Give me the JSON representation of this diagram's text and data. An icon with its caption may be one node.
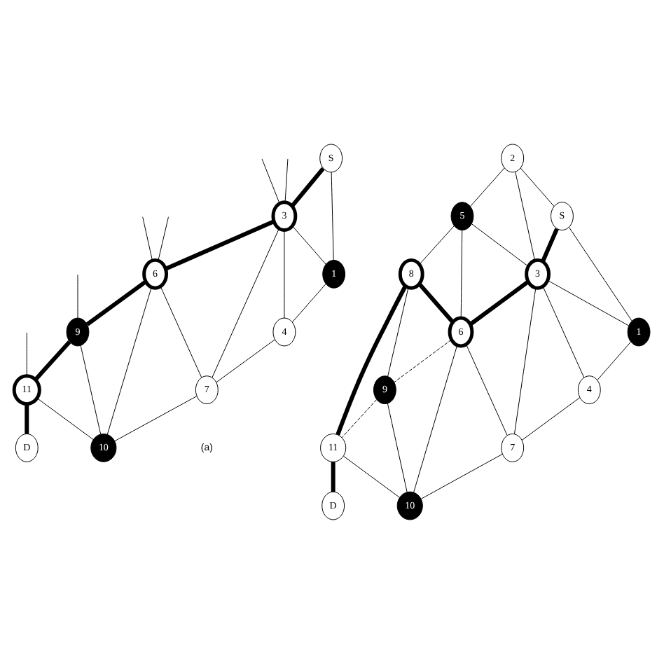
{
  "diagram": {
    "nodes": [
      {
        "text": [
          "S"
        ]
      },
      {
        "text": [
          "3"
        ]
      },
      {
        "text": [
          "6"
        ]
      },
      {
        "text": [
          "9"
        ]
      },
      {
        "text": [
          "11"
        ]
      },
      {
        "text": [
          "1"
        ]
      },
      {
        "text": [
          "4"
        ]
      },
      {
        "text": [
          "7"
        ]
      },
      {
        "text": [
          "10"
        ]
      },
      {
        "text": [
          "D"
        ]
      },
      {
        "text": [
          "2"
        ]
      },
      {
        "text": [
          "5"
        ]
      },
      {
        "text": [
          "8"
        ]
      },
      {
        "text": [
          "S"
        ]
      },
      {
        "text": [
          "3"
        ]
      },
      {
        "text": [
          "6"
        ]
      },
      {
        "text": [
          "9"
        ]
      },
      {
        "text": [
          "11"
        ]
      },
      {
        "text": [
          "1"
        ]
      },
      {
        "text": [
          "4"
        ]
      },
      {
        "text": [
          "7"
        ]
      },
      {
        "text": [
          "10"
        ]
      },
      {
        "text": [
          "D"
        ]
      }
    ],
    "edges": [
      {
        "from": 0,
        "to": 1,
        "arrow": "none",
        "style": "thick"
      },
      {
        "from": 0,
        "to": 5,
        "arrow": "none"
      },
      {
        "from": 1,
        "to": 2,
        "arrow": "none",
        "style": "thick"
      },
      {
        "from": 1,
        "to": 5,
        "arrow": "none"
      },
      {
        "from": 1,
        "to": 6,
        "arrow": "none"
      },
      {
        "from": 1,
        "to": 7,
        "arrow": "none"
      },
      {
        "from": 2,
        "to": 3,
        "arrow": "none",
        "style": "thick"
      },
      {
        "from": 2,
        "to": 7,
        "arrow": "none"
      },
      {
        "from": 2,
        "to": 8,
        "arrow": "none"
      },
      {
        "from": 3,
        "to": 4,
        "arrow": "none",
        "style": "thick"
      },
      {
        "from": 3,
        "to": 8,
        "arrow": "none"
      },
      {
        "from": 4,
        "to": 8,
        "arrow": "none"
      },
      {
        "from": 4,
        "to": 9,
        "arrow": "none",
        "style": "thick"
      },
      {
        "from": 5,
        "to": 6,
        "arrow": "none"
      },
      {
        "from": 6,
        "to": 7,
        "arrow": "none"
      },
      {
        "from": 7,
        "to": 8,
        "arrow": "none"
      },
      {
        "from": null,
        "to": 1,
        "arrow": "none"
      },
      {
        "from": null,
        "to": 1,
        "arrow": "none"
      },
      {
        "from": null,
        "to": 2,
        "arrow": "none"
      },
      {
        "from": null,
        "to": 2,
        "arrow": "none"
      },
      {
        "from": null,
        "to": 3,
        "arrow": "none"
      },
      {
        "from": null,
        "to": 4,
        "arrow": "none"
      },
      {
        "from": 10,
        "to": 13,
        "arrow": "none"
      },
      {
        "from": 10,
        "to": 14,
        "arrow": "none"
      },
      {
        "from": 10,
        "to": 11,
        "arrow": "none"
      },
      {
        "from": 11,
        "to": 14,
        "arrow": "none"
      },
      {
        "from": 11,
        "to": 15,
        "arrow": "none"
      },
      {
        "from": 11,
        "to": 12,
        "arrow": "none"
      },
      {
        "from": 12,
        "to": 15,
        "arrow": "none",
        "style": "thick"
      },
      {
        "from": 12,
        "to": 16,
        "arrow": "none"
      },
      {
        "from": 12,
        "to": 17,
        "arrow": "none",
        "style": "thick"
      },
      {
        "from": 13,
        "to": 14,
        "arrow": "none",
        "style": "thick"
      },
      {
        "from": 13,
        "to": 18,
        "arrow": "none"
      },
      {
        "from": 14,
        "to": 15,
        "arrow": "none",
        "style": "thick"
      },
      {
        "from": 14,
        "to": 18,
        "arrow": "none"
      },
      {
        "from": 14,
        "to": 19,
        "arrow": "none"
      },
      {
        "from": 14,
        "to": 20,
        "arrow": "none"
      },
      {
        "from": 15,
        "to": 16,
        "arrow": "none",
        "style": "dashed"
      },
      {
        "from": 16,
        "to": 17,
        "arrow": "none",
        "style": "dashed"
      },
      {
        "from": 15,
        "to": 20,
        "arrow": "none"
      },
      {
        "from": 15,
        "to": 21,
        "arrow": "none"
      },
      {
        "from": 16,
        "to": 21,
        "arrow": "none"
      },
      {
        "from": 17,
        "to": 21,
        "arrow": "none"
      },
      {
        "from": 17,
        "to": 22,
        "arrow": "none",
        "style": "thick"
      },
      {
        "from": 18,
        "to": 19,
        "arrow": "none"
      },
      {
        "from": 19,
        "to": 20,
        "arrow": "none"
      },
      {
        "from": 20,
        "to": 21,
        "arrow": "none"
      }
    ],
    "labels": [
      "(a)"
    ]
  }
}
